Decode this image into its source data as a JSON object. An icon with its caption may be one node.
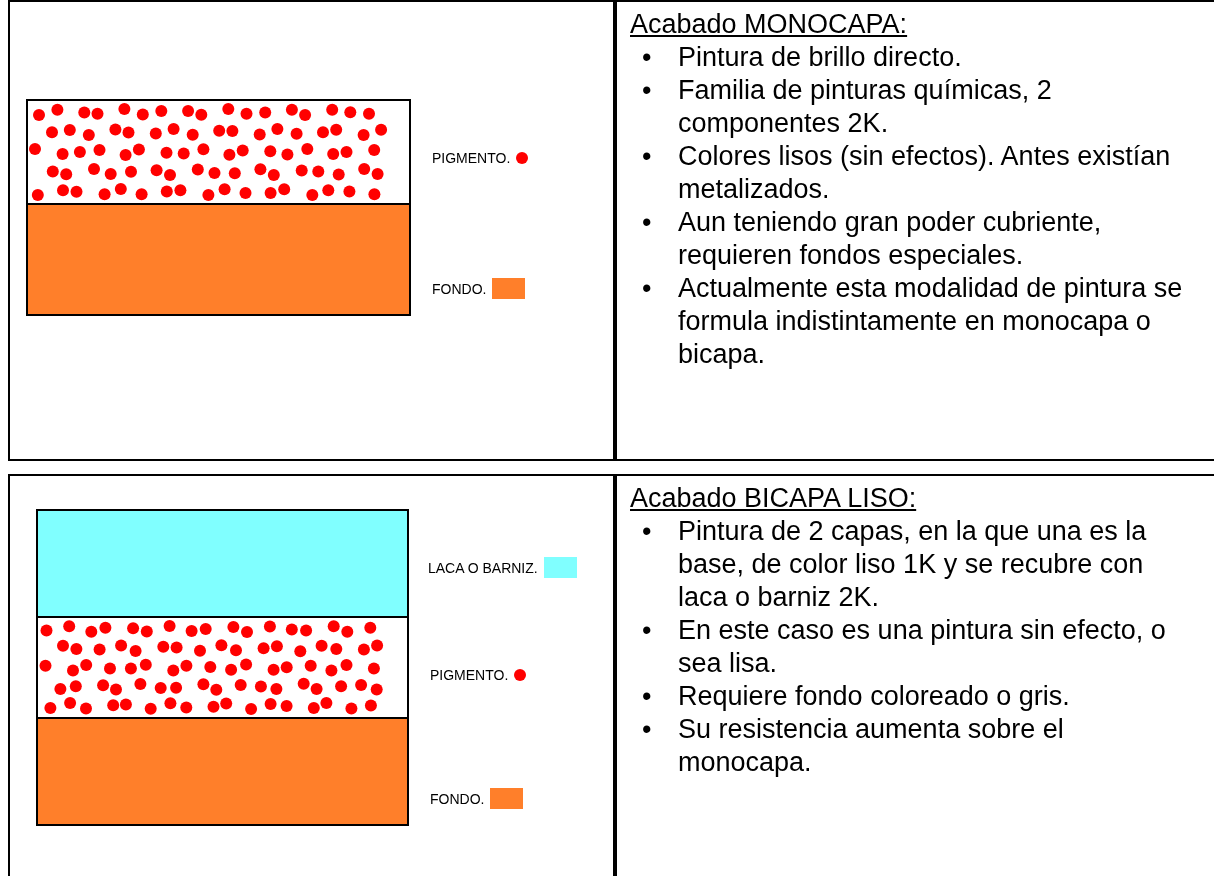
{
  "diagram": {
    "labels": [
      "Acabado MONOCAPA:",
      "•",
      "Pintura de brillo directo.",
      "•",
      "Familia de pinturas químicas, 2 componentes 2K.",
      "•",
      "Colores lisos (sin efectos). Antes existían metalizados.",
      "•",
      "Aun teniendo gran poder cubriente, requieren fondos especiales.",
      "•",
      "Actualmente esta modalidad de pintura se formula indistintamente en monocapa o bicapa.",
      "Acabado BICAPA LISO:",
      "•",
      "Pintura de 2 capas, en la que una es la base, de color liso 1K y se recubre con laca o barniz 2K.",
      "•",
      "En este caso es una pintura sin efecto, o sea lisa.",
      "•",
      "Requiere fondo coloreado o gris.",
      "•",
      "Su resistencia aumenta sobre el monocapa."
    ],
    "legend": [
      {
        "text": "PIGMENTO.",
        "color": "#ff0000"
      },
      {
        "text": "FONDO.",
        "color": "#ff7f2a"
      },
      {
        "text": "LACA O BARNIZ.",
        "color": "#80ffff"
      },
      {
        "text": "PIGMENTO.",
        "color": "#ff0000"
      },
      {
        "text": "FONDO.",
        "color": "#ff7f2a"
      }
    ]
  }
}
